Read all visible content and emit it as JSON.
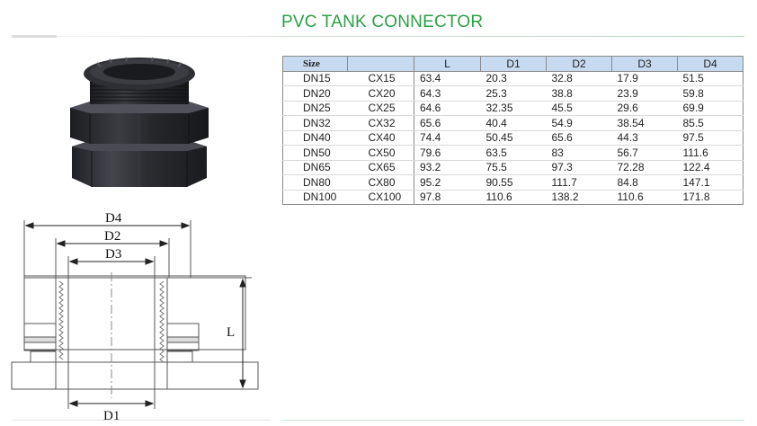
{
  "title": "PVC TANK CONNECTOR",
  "table": {
    "headers": [
      "Size",
      "",
      "L",
      "D1",
      "D2",
      "D3",
      "D4"
    ],
    "rows": [
      [
        "DN15",
        "CX15",
        "63.4",
        "20.3",
        "32.8",
        "17.9",
        "51.5"
      ],
      [
        "DN20",
        "CX20",
        "64.3",
        "25.3",
        "38.8",
        "23.9",
        "59.8"
      ],
      [
        "DN25",
        "CX25",
        "64.6",
        "32.35",
        "45.5",
        "29.6",
        "69.9"
      ],
      [
        "DN32",
        "CX32",
        "65.6",
        "40.4",
        "54.9",
        "38.54",
        "85.5"
      ],
      [
        "DN40",
        "CX40",
        "74.4",
        "50.45",
        "65.6",
        "44.3",
        "97.5"
      ],
      [
        "DN50",
        "CX50",
        "79.6",
        "63.5",
        "83",
        "56.7",
        "111.6"
      ],
      [
        "DN65",
        "CX65",
        "93.2",
        "75.5",
        "97.3",
        "72.28",
        "122.4"
      ],
      [
        "DN80",
        "CX80",
        "95.2",
        "90.55",
        "111.7",
        "84.8",
        "147.1"
      ],
      [
        "DN100",
        "CX100",
        "97.8",
        "110.6",
        "138.2",
        "110.6",
        "171.8"
      ]
    ]
  },
  "drawing": {
    "labels": {
      "d4": "D4",
      "d2": "D2",
      "d3": "D3",
      "l": "L",
      "d1": "D1"
    }
  },
  "colors": {
    "title": "#2aa045",
    "header_bg": "#c7daf0",
    "body_plastic": "#2b2c31"
  }
}
